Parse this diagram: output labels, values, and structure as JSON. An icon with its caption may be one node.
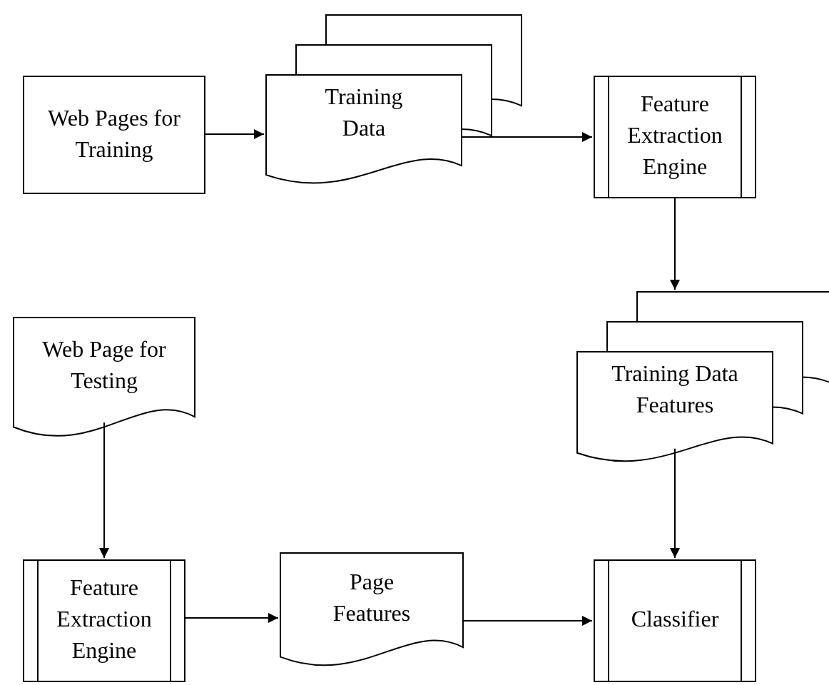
{
  "diagram": {
    "nodes": [
      {
        "text": [
          "Web Pages for Training"
        ]
      },
      {
        "text": [
          "Training Data"
        ]
      },
      {
        "text": [
          "Feature Extraction Engine"
        ]
      },
      {
        "text": [
          "Training Data Features"
        ]
      },
      {
        "text": [
          "Web Page for Testing"
        ]
      },
      {
        "text": [
          "Feature Extraction Engine"
        ]
      },
      {
        "text": [
          "Page Features"
        ]
      },
      {
        "text": [
          "Classifier"
        ]
      }
    ],
    "edges": [
      {
        "from": 0,
        "to": 1,
        "arrow": "to"
      },
      {
        "from": 1,
        "to": 2,
        "arrow": "to"
      },
      {
        "from": 2,
        "to": 3,
        "arrow": "to"
      },
      {
        "from": 4,
        "to": 5,
        "arrow": "to"
      },
      {
        "from": 5,
        "to": 6,
        "arrow": "to"
      },
      {
        "from": 6,
        "to": 7,
        "arrow": "to"
      },
      {
        "from": 3,
        "to": 7,
        "arrow": "to"
      }
    ]
  }
}
